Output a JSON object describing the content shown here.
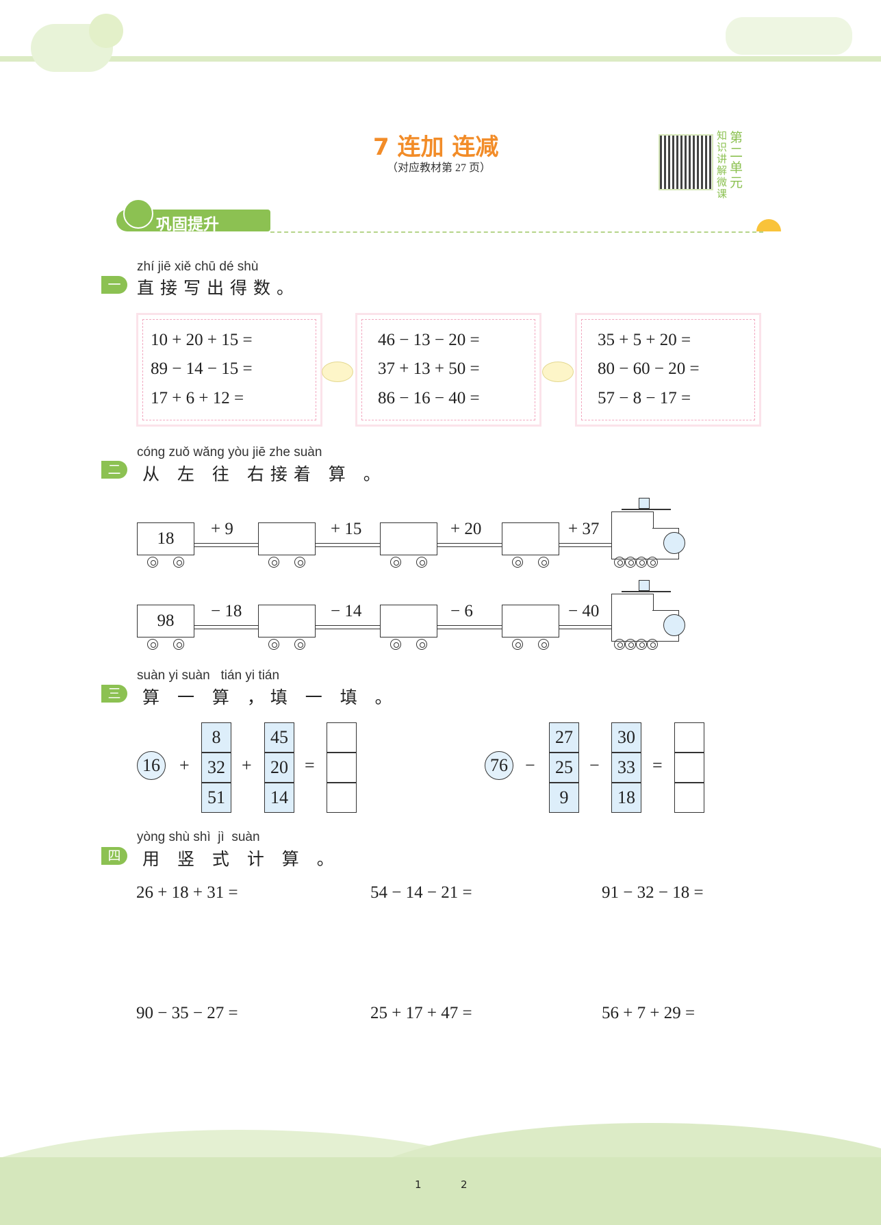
{
  "header": {
    "title": "7 连加 连减",
    "subtitle": "（对应教材第 27 页）",
    "qr_label_col1": "知识讲解微课",
    "qr_label_col2": "第二单元"
  },
  "banner": {
    "label": "巩固提升"
  },
  "section1": {
    "badge": "一",
    "pinyin": "zhí jiē xiě chū dé shù",
    "heading": "直接写出得数。",
    "groups": [
      [
        "10 + 20 + 15 =",
        "89 − 14 − 15 =",
        "17 + 6 + 12 ="
      ],
      [
        "46 − 13 − 20 =",
        "37 + 13 + 50 =",
        "86 − 16 − 40 ="
      ],
      [
        "35 + 5 + 20 =",
        "80 − 60 − 20 =",
        "57 − 8 − 17 ="
      ]
    ]
  },
  "section2": {
    "badge": "二",
    "pinyin": "cóng zuǒ wǎng yòu jiē zhe suàn",
    "heading": "从 左 往 右接着 算 。",
    "trains": [
      {
        "start": "18",
        "ops": [
          "+ 9",
          "+ 15",
          "+ 20",
          "+ 37"
        ]
      },
      {
        "start": "98",
        "ops": [
          "− 18",
          "− 14",
          "− 6",
          "− 40"
        ]
      }
    ]
  },
  "section3": {
    "badge": "三",
    "pinyin": "suàn yi suàn   tián yi tián",
    "heading": "算 一 算 ，填 一 填 。",
    "puzzles": [
      {
        "start": "16",
        "op": "+",
        "col1": [
          "8",
          "32",
          "51"
        ],
        "col2": [
          "45",
          "20",
          "14"
        ],
        "eq": "="
      },
      {
        "start": "76",
        "op": "−",
        "col1": [
          "27",
          "25",
          "9"
        ],
        "col2": [
          "30",
          "33",
          "18"
        ],
        "eq": "="
      }
    ]
  },
  "section4": {
    "badge": "四",
    "pinyin": "yòng shù shì  jì  suàn",
    "heading": "用 竖 式 计 算 。",
    "rows": [
      [
        "26 + 18 + 31 =",
        "54 − 14 − 21 =",
        "91 − 32 − 18 ="
      ],
      [
        "90 − 35 − 27 =",
        "25 + 17 + 47 =",
        "56 + 7 + 29 ="
      ]
    ]
  },
  "footer": {
    "page_left": "1",
    "page_right": "2"
  },
  "colors": {
    "accent_orange": "#f28c28",
    "accent_green": "#8cc152",
    "cell_blue": "#ddeefa",
    "box_pink": "#f2a7bf"
  }
}
